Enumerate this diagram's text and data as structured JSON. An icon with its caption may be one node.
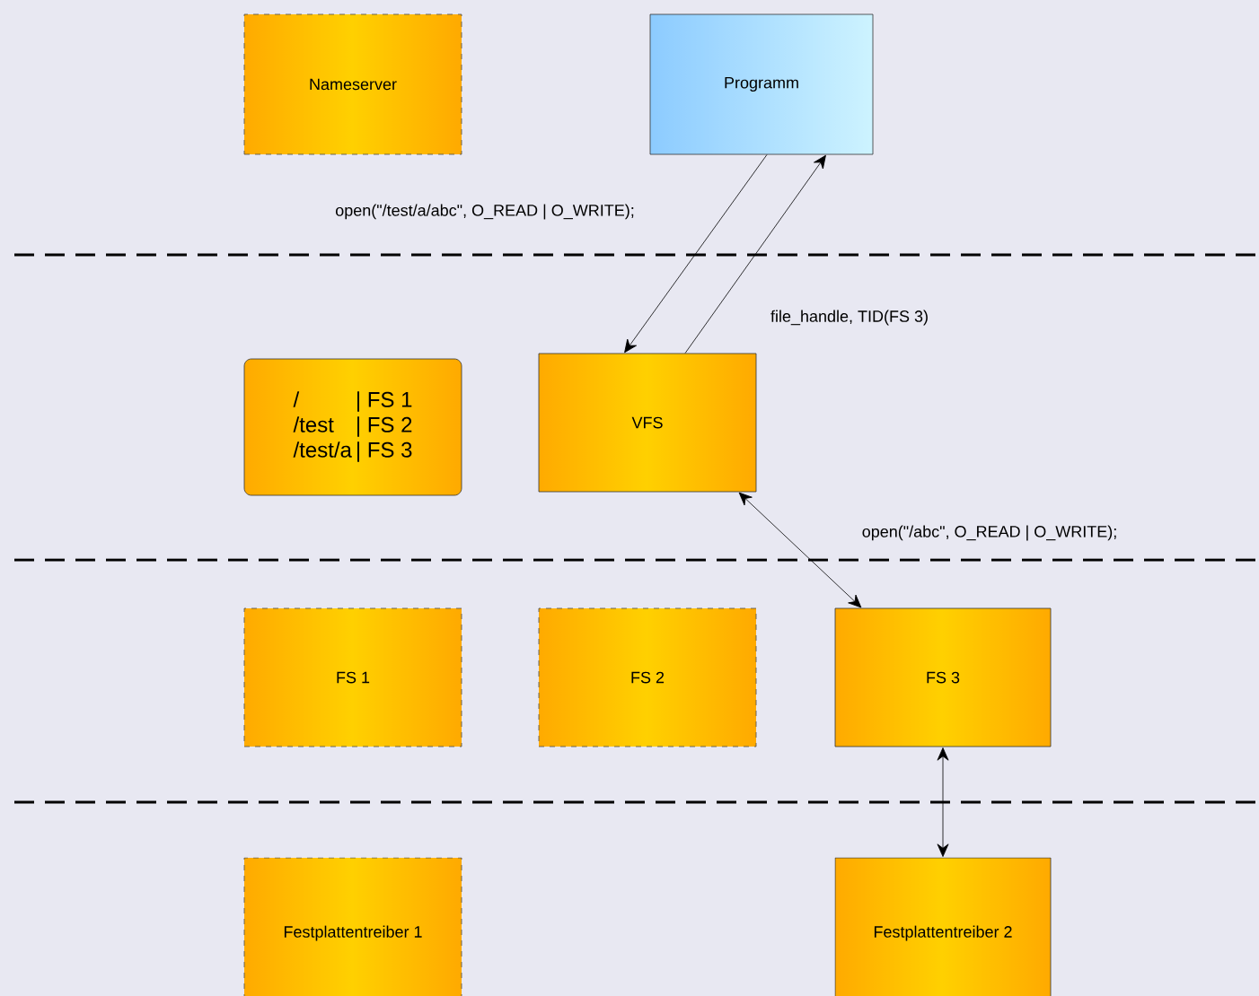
{
  "diagram": {
    "nodes": [
      {
        "text": [
          "Nameserver"
        ]
      },
      {
        "text": [
          "Programm"
        ]
      },
      {
        "text": [
          "/",
          "| FS 1",
          "/test",
          "| FS 2",
          "/test/a",
          "| FS 3"
        ]
      },
      {
        "text": [
          "VFS"
        ]
      },
      {
        "text": [
          "FS 1"
        ]
      },
      {
        "text": [
          "FS 2"
        ]
      },
      {
        "text": [
          "FS 3"
        ]
      },
      {
        "text": [
          "Festplattentreiber 1"
        ]
      },
      {
        "text": [
          "Festplattentreiber 2"
        ]
      }
    ],
    "edges": [
      {
        "from": 1,
        "to": 3,
        "arrow": "to",
        "label": "open(\"/test/a/abc\", O_READ | O_WRITE);"
      },
      {
        "from": 3,
        "to": 1,
        "arrow": "to",
        "label": "file_handle, TID(FS 3)"
      },
      {
        "from": 3,
        "to": 6,
        "arrow": "both",
        "label": "open(\"/abc\", O_READ | O_WRITE);"
      },
      {
        "from": 6,
        "to": 8,
        "arrow": "both"
      }
    ]
  }
}
